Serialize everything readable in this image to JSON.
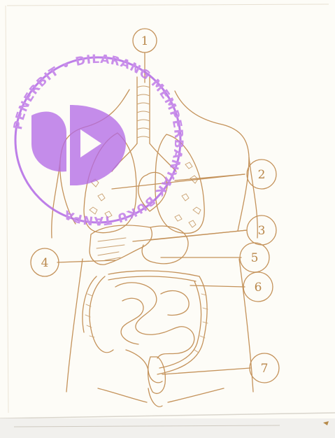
{
  "labels": [
    {
      "number": "1"
    },
    {
      "number": "2"
    },
    {
      "number": "3"
    },
    {
      "number": "4"
    },
    {
      "number": "5"
    },
    {
      "number": "6"
    },
    {
      "number": "7"
    }
  ],
  "watermark": {
    "text": "PENERBIT • DILARANG MEMPERBANYAK BUKU TANPA",
    "color": "#b36ae6"
  },
  "colors": {
    "ink": "#c4925a",
    "paper": "#fdfcf7"
  }
}
